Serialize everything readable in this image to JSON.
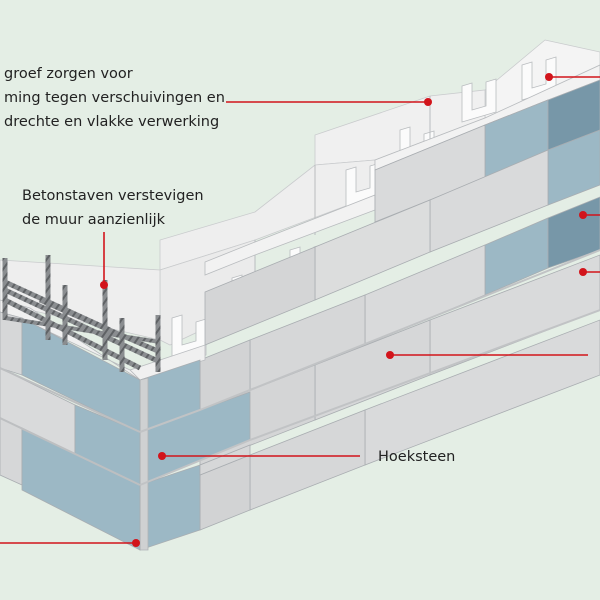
{
  "labels": {
    "groove": {
      "lines": [
        "groef zorgen voor",
        "ming tegen verschuivingen en",
        "drechte en vlakke verwerking"
      ]
    },
    "rebar": {
      "lines": [
        "Betonstaven verstevigen",
        "de muur aanzienlijk"
      ]
    },
    "corner": {
      "text": "Hoeksteen"
    }
  },
  "colors": {
    "background": "#e4eee5",
    "block_face": "#d9dadb",
    "block_top": "#ededed",
    "block_shadow": "#c6c8ca",
    "highlight_light": "#9cb8c5",
    "highlight_dark": "#7797a8",
    "rebar": "#7f8285",
    "leader": "#d2141b",
    "text": "#222222"
  }
}
